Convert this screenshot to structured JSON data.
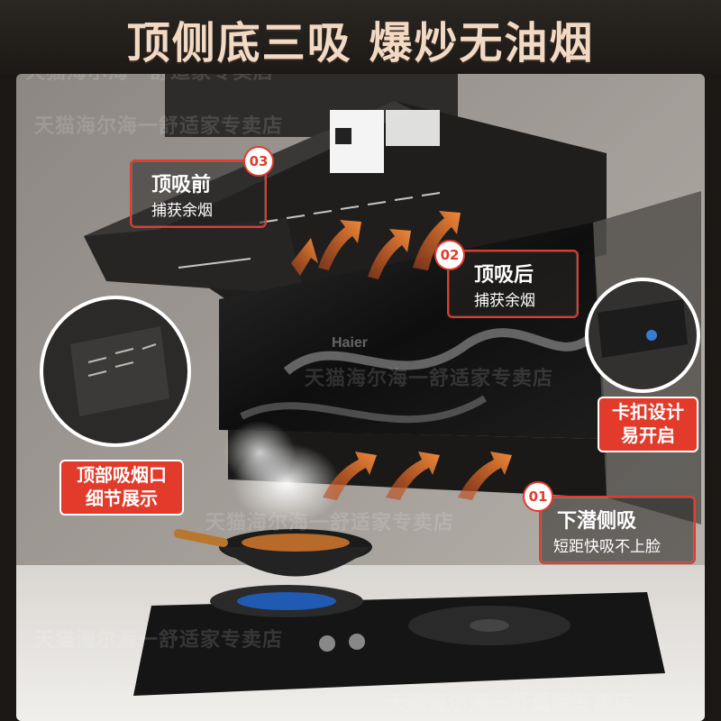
{
  "headline": "顶侧底三吸 爆炒无油烟",
  "callouts": {
    "top_front": {
      "number": "03",
      "title": "顶吸前",
      "subtitle": "捕获余烟"
    },
    "top_back": {
      "number": "02",
      "title": "顶吸后",
      "subtitle": "捕获余烟"
    },
    "side_low": {
      "number": "01",
      "title": "下潜侧吸",
      "subtitle": "短距快吸不上脸"
    }
  },
  "tags": {
    "top_vent_line1": "顶部吸烟口",
    "top_vent_line2": "细节展示",
    "clip_line1": "卡扣设计",
    "clip_line2": "易开启"
  },
  "brand_logo": "Haier",
  "watermark": "天猫海尔海一舒适家专卖店",
  "colors": {
    "accent_red": "#e23b2b",
    "arrow_orange": "#e8762a",
    "headline_text": "#f2d9c4",
    "hood_glass": "#121212"
  }
}
